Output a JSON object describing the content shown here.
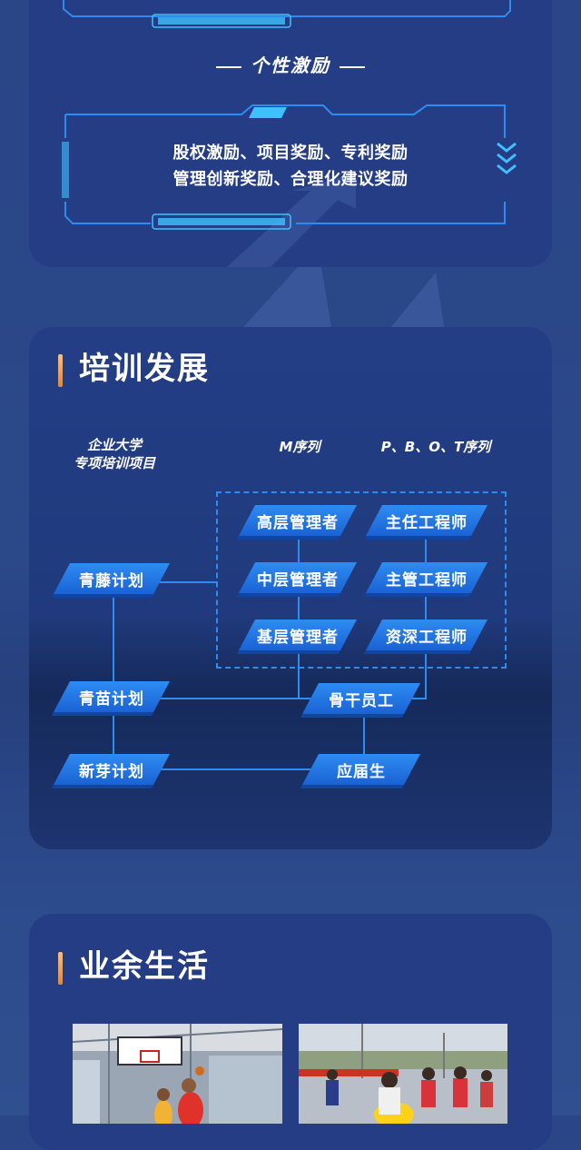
{
  "incentive": {
    "heading": "个性激励",
    "line1": "股权激励、项目奖励、专利奖励",
    "line2": "管理创新奖励、合理化建议奖励"
  },
  "training": {
    "title": "培训发展",
    "col_left": "企业大学",
    "col_left2": "专项培训项目",
    "col_m": "M序列",
    "col_p": "P、B、O、T序列",
    "m_nodes": [
      "高层管理者",
      "中层管理者",
      "基层管理者"
    ],
    "p_nodes": [
      "主任工程师",
      "主管工程师",
      "资深工程师"
    ],
    "left_nodes": [
      "青藤计划",
      "青苗计划",
      "新芽计划"
    ],
    "bottom_nodes": [
      "骨干员工",
      "应届生"
    ]
  },
  "leisure": {
    "title": "业余生活"
  },
  "colors": {
    "accent_blue": "#2e8bf0",
    "title_bar": "#e8a46a",
    "card_bg": "#253d84",
    "page_bg": "#2a4687"
  }
}
